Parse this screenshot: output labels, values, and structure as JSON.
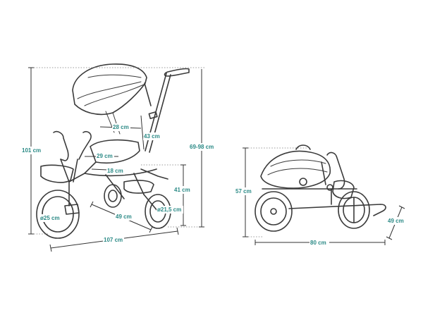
{
  "accent_color": "#2b8a86",
  "line_color": "#3a3a3a",
  "unfolded_view": {
    "dimensions": {
      "overall_height": "101 cm",
      "handle_height": "69-98 cm",
      "canopy_depth": "28 cm",
      "backrest_height": "43 cm",
      "seat_width": "29 cm",
      "seat_depth": "18 cm",
      "seat_height": "41 cm",
      "wheelbase": "49 cm",
      "front_wheel": "ø25 cm",
      "rear_wheel": "ø21,5 cm",
      "overall_length": "107 cm"
    }
  },
  "folded_view": {
    "dimensions": {
      "folded_height": "57 cm",
      "folded_length": "80 cm",
      "folded_width": "49 cm"
    }
  }
}
